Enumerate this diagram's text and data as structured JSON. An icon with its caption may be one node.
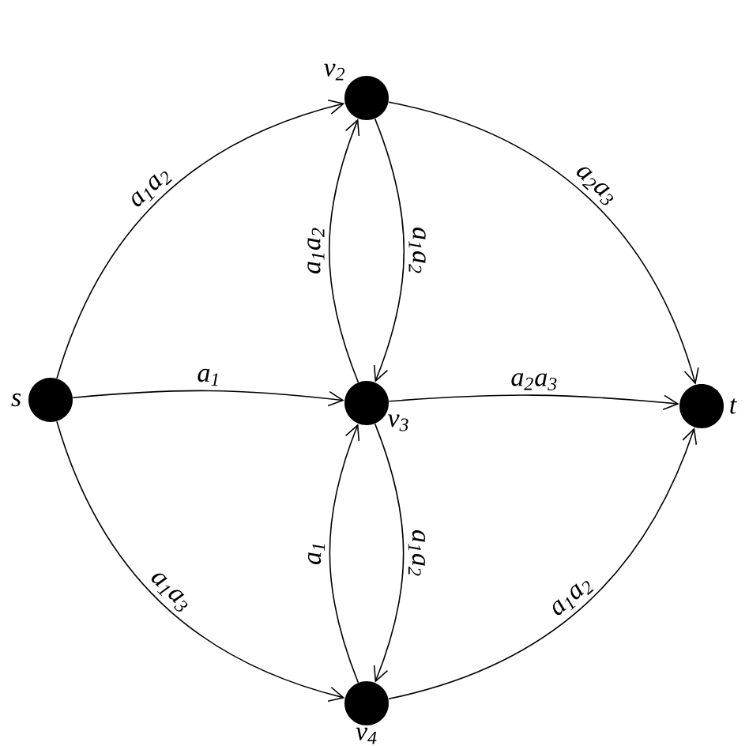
{
  "diagram": {
    "nodes": [
      {
        "text": [],
        "shape": "circle",
        "beside": [
          "s"
        ]
      },
      {
        "text": [],
        "shape": "circle",
        "beside": [
          "v$_{2}$"
        ]
      },
      {
        "text": [],
        "shape": "circle",
        "beside": [
          "v$_{3}$"
        ]
      },
      {
        "text": [],
        "shape": "circle",
        "beside": [
          "v$_{4}$"
        ]
      },
      {
        "text": [],
        "shape": "circle",
        "beside": [
          "t"
        ]
      }
    ],
    "edges": [
      {
        "from": 0,
        "to": 1,
        "arrow": "to",
        "label": "a$_{1}$a$_{2}$"
      },
      {
        "from": 0,
        "to": 2,
        "arrow": "to",
        "label": "a$_{1}$"
      },
      {
        "from": 0,
        "to": 3,
        "arrow": "to",
        "label": "a$_{1}$a$_{3}$"
      },
      {
        "from": 2,
        "to": 1,
        "arrow": "to",
        "label": "a$_{1}$a$_{2}$"
      },
      {
        "from": 1,
        "to": 2,
        "arrow": "to",
        "label": "a$_{1}$a$_{2}$"
      },
      {
        "from": 1,
        "to": 4,
        "arrow": "to",
        "label": "a$_{2}$a$_{3}$"
      },
      {
        "from": 2,
        "to": 4,
        "arrow": "to",
        "label": "a$_{2}$a$_{3}$"
      },
      {
        "from": 3,
        "to": 2,
        "arrow": "to",
        "label": "a$_{1}$"
      },
      {
        "from": 2,
        "to": 3,
        "arrow": "to",
        "label": "a$_{1}$a$_{2}$"
      },
      {
        "from": 3,
        "to": 4,
        "arrow": "to",
        "label": "a$_{1}$a$_{2}$"
      }
    ]
  }
}
